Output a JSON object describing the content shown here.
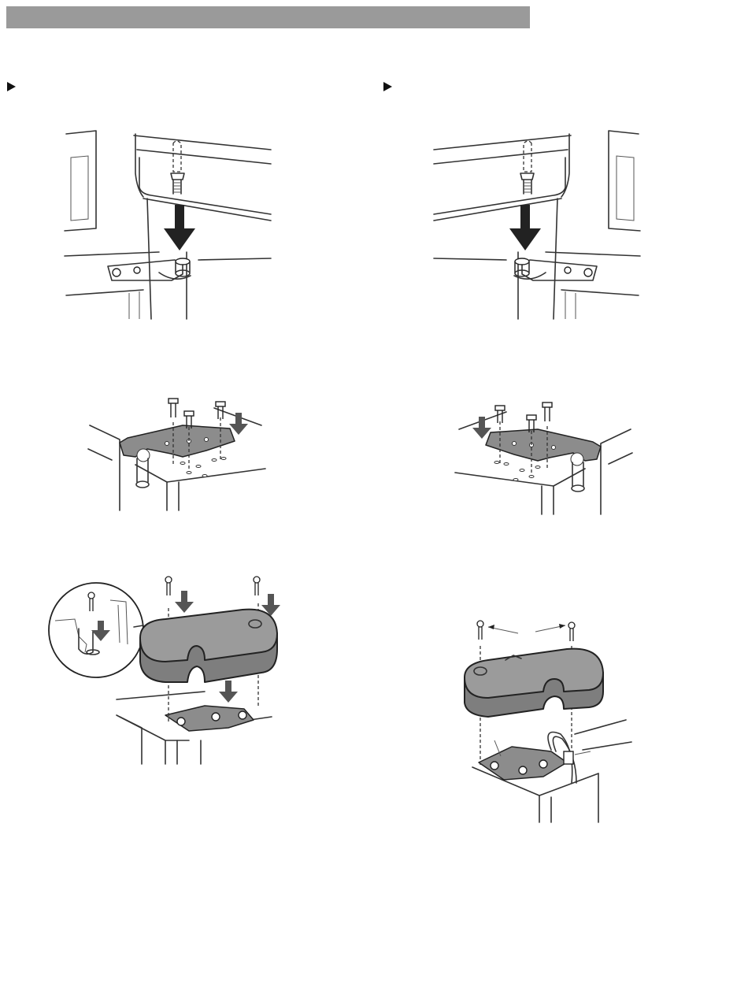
{
  "header": {
    "bar_color": "#9a9a9a"
  },
  "markers": [
    {
      "icon": "triangle-right-icon",
      "column": "left"
    },
    {
      "icon": "triangle-right-icon",
      "column": "right"
    }
  ],
  "figures": [
    {
      "id": "door-hinge-left",
      "icon": "hinge-pin-icon"
    },
    {
      "id": "door-hinge-right",
      "icon": "hinge-pin-icon"
    },
    {
      "id": "hinge-plate-left",
      "icon": "hinge-plate-icon"
    },
    {
      "id": "hinge-plate-right",
      "icon": "hinge-plate-icon"
    },
    {
      "id": "hinge-cover-left",
      "icon": "hinge-cover-icon"
    },
    {
      "id": "hinge-cover-right",
      "icon": "hinge-cover-icon"
    }
  ],
  "colors": {
    "ink": "#222222",
    "part_fill": "#9b9b9b",
    "arrow": "#555555"
  }
}
